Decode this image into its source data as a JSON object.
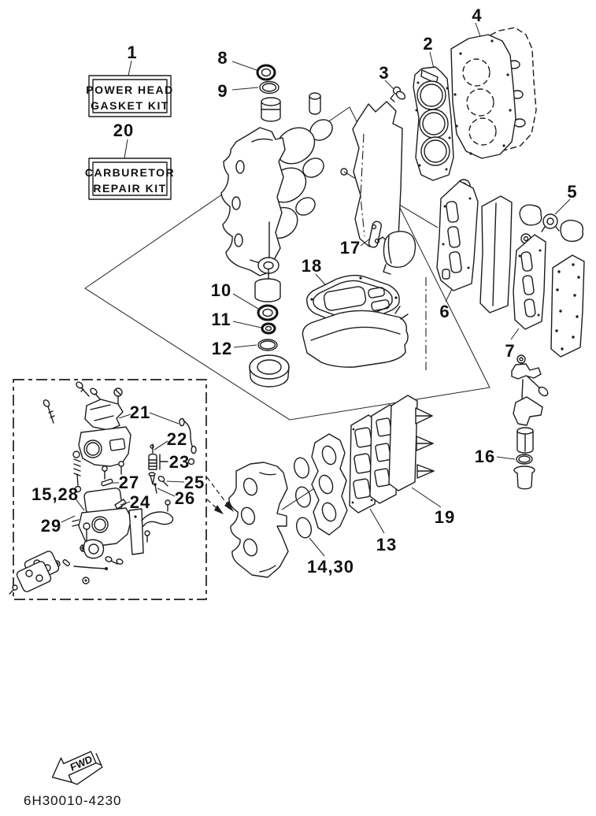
{
  "kit_boxes": [
    {
      "number": "1",
      "lines": [
        "POWER HEAD",
        "GASKET KIT"
      ]
    },
    {
      "number": "20",
      "lines": [
        "CARBURETOR",
        "REPAIR KIT"
      ]
    }
  ],
  "part_labels": [
    {
      "text": "8"
    },
    {
      "text": "9"
    },
    {
      "text": "3"
    },
    {
      "text": "2"
    },
    {
      "text": "4"
    },
    {
      "text": "5"
    },
    {
      "text": "17"
    },
    {
      "text": "18"
    },
    {
      "text": "10"
    },
    {
      "text": "11"
    },
    {
      "text": "12"
    },
    {
      "text": "6"
    },
    {
      "text": "7"
    },
    {
      "text": "16"
    },
    {
      "text": "13"
    },
    {
      "text": "19"
    },
    {
      "text": "14,30"
    },
    {
      "text": "21"
    },
    {
      "text": "22"
    },
    {
      "text": "23"
    },
    {
      "text": "27"
    },
    {
      "text": "25"
    },
    {
      "text": "26"
    },
    {
      "text": "24"
    },
    {
      "text": "15,28"
    },
    {
      "text": "29"
    }
  ],
  "fwd_arrow": {
    "label": "FWD"
  },
  "footer": {
    "part_code": "6H30010-4230"
  }
}
